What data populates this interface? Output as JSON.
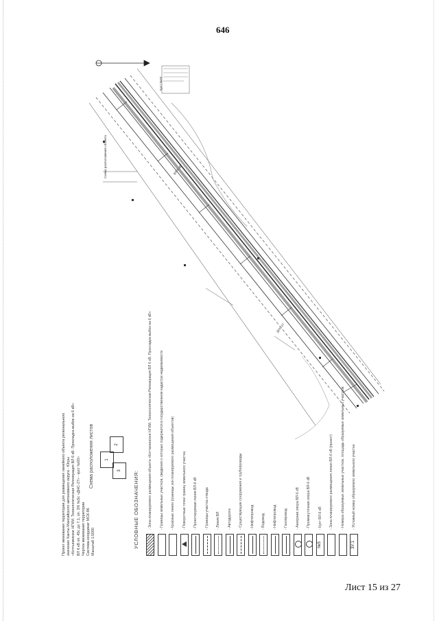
{
  "page_number": "646",
  "sheet_footer": "Лист 15 из 27",
  "header_lines": [
    "Проект межевания территории для размещения линейного объекта регионального",
    "значения Ханты-Мансийского автономного округа - Югры",
    "«Коттынинское НГКМ. Технологическая Регенерация ВЛ 6 кВ. Прокладка выбок на 6 кВ»",
    "ВЛ 6 кВ оп. 45с до 7.1, оп. 3/6 №5с «ДНС-27» - куст №93»",
    "Чертеж межевания территории",
    "Система координат МСК-86",
    "Масштаб 1:5000"
  ],
  "sheet_scheme": {
    "title": "Схема расположения листов",
    "cells": [
      "1",
      "2",
      "3"
    ]
  },
  "legend": {
    "title": "УСЛОВНЫЕ ОБОЗНАЧЕНИЯ:",
    "items": [
      {
        "symbol": "hatch",
        "text": "- Зона планируемого размещения объекта «Коттынинское НГКМ. Технологическая Регенерация ВЛ 6 кВ. Прокладка выбок на 6 кВ»"
      },
      {
        "symbol": "box",
        "text": "- Границы земельных участков, сведения о которых содержатся в государственном кадастре недвижимости"
      },
      {
        "symbol": "box",
        "text": "- Красные линии (границы зон планируемого размещения объектов)"
      },
      {
        "symbol": "tri",
        "text": "- Поворотные точки границ земельного участка"
      },
      {
        "symbol": "line",
        "text": "- Проектируемая линия ВЛ-6 кВ"
      },
      {
        "symbol": "dash",
        "text": "- Границы участка отвода"
      },
      {
        "symbol": "dot",
        "text": "- Линия ВЛ"
      },
      {
        "symbol": "line",
        "text": "- Автодорога"
      },
      {
        "symbol": "dash",
        "text": "- Существующие сооружения и трубопроводы"
      },
      {
        "symbol": "line",
        "text": "- Нефтепровод"
      },
      {
        "symbol": "dot",
        "text": "- Водовод"
      },
      {
        "symbol": "line",
        "text": "- Нефтепровод"
      },
      {
        "symbol": "line",
        "text": "- Газопровод"
      },
      {
        "symbol": "circle",
        "text": "- Анкерная опора ВЛ-6 кВ"
      },
      {
        "symbol": "circle",
        "text": "- Промежуточная опора ВЛ-6 кВ"
      },
      {
        "symbol": "code",
        "code": "№5",
        "text": "- Куст ВЛ-6 кВ"
      },
      {
        "symbol": "box",
        "text": "- Зона планируемого размещения линии ВЛ-6 кВ (проект)"
      },
      {
        "symbol": "box",
        "text": "- Номера образуемых земельных участков, площадь образуемых земельных участков"
      },
      {
        "symbol": "code",
        "code": "ЗУ:1",
        "text": "- Условный номер образуемого земельного участка"
      }
    ]
  },
  "map_labels": [
    "Схема расположения объекта",
    "ВЛ-6 кВ",
    "Куст №93",
    "ДНС-27"
  ],
  "colors": {
    "ink": "#222222",
    "hatch": "#555555"
  }
}
